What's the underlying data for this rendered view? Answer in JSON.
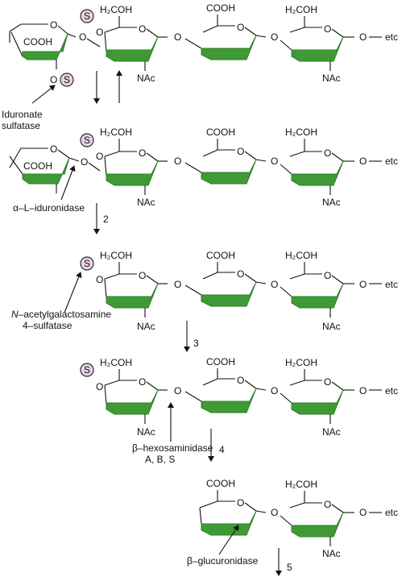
{
  "labels": {
    "h2coh": "H₂COH",
    "cooh": "COOH",
    "nac": "NAc",
    "o": "O",
    "etc": "etc",
    "s": "S"
  },
  "steps": {
    "s2": "2",
    "s3": "3",
    "s4": "4",
    "s5": "5"
  },
  "enzymes": {
    "iduronate_sulfatase_line1": "Iduronate",
    "iduronate_sulfatase_line2": "sulfatase",
    "alpha_l_iduronidase": "α–L–iduronidase",
    "galnac_sulfatase_line1_italic": "N",
    "galnac_sulfatase_line1_rest": "–acetylgalactosamine",
    "galnac_sulfatase_line2": "4–sulfatase",
    "hexosaminidase_line1": "β–hexosaminidase",
    "hexosaminidase_line2": "A, B, S",
    "glucuronidase": "β–glucuronidase"
  }
}
